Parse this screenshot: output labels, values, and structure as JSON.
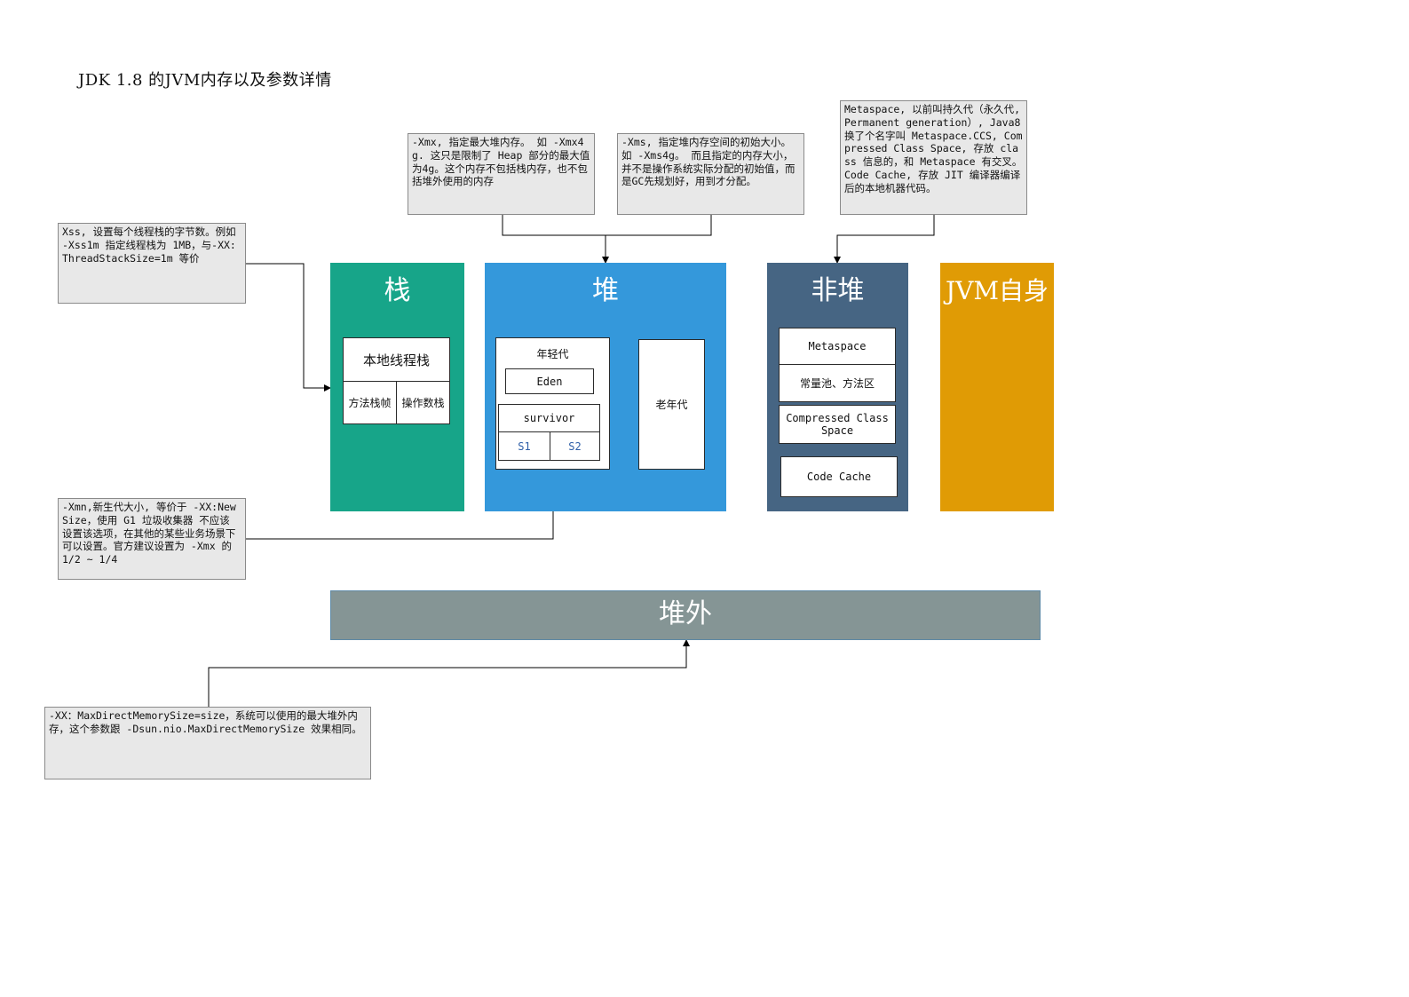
{
  "title": "JDK 1.8 的JVM内存以及参数详情",
  "notes": {
    "xss": "Xss, 设置每个线程栈的字节数。例如 -Xss1m 指定线程栈为 1MB，与-XX:ThreadStackSize=1m 等价",
    "xmx": "-Xmx, 指定最大堆内存。 如 -Xmx4g. 这只是限制了 Heap 部分的最大值为4g。这个内存不包括栈内存，也不包括堆外使用的内存",
    "xms": "-Xms, 指定堆内存空间的初始大小。 如 -Xms4g。 而且指定的内存大小，并不是操作系统实际分配的初始值，而是GC先规划好，用到才分配。",
    "metaspace": "Metaspace, 以前叫持久代（永久代, Permanent generation）, Java8 换了个名字叫 Metaspace.CCS, Compressed Class Space, 存放 class 信息的，和 Metaspace 有交叉。Code Cache, 存放 JIT 编译器编译后的本地机器代码。",
    "xmn": "-Xmn,新生代大小, 等价于 -XX:NewSize，使用 G1 垃圾收集器 不应该 设置该选项，在其他的某些业务场景下可以设置。官方建议设置为 -Xmx 的 1/2 ~ 1/4",
    "direct": "-XX：MaxDirectMemorySize=size，系统可以使用的最大堆外内存，这个参数跟 -Dsun.nio.MaxDirectMemorySize 效果相同。"
  },
  "stack": {
    "title": "栈",
    "native": "本地线程栈",
    "frame": "方法栈帧",
    "operand": "操作数栈"
  },
  "heap": {
    "title": "堆",
    "young": "年轻代",
    "eden": "Eden",
    "survivor": "survivor",
    "s1": "S1",
    "s2": "S2",
    "old": "老年代"
  },
  "nonheap": {
    "title": "非堆",
    "metaspace": "Metaspace",
    "constpool": "常量池、方法区",
    "ccs": "Compressed Class Space",
    "codecache": "Code Cache"
  },
  "jvm": {
    "title": "JVM自身"
  },
  "offheap": {
    "title": "堆外"
  },
  "colors": {
    "stack": "#17a589",
    "heap": "#3498db",
    "nonheap": "#466583",
    "jvm": "#e09b05",
    "offheap": "#859595"
  }
}
